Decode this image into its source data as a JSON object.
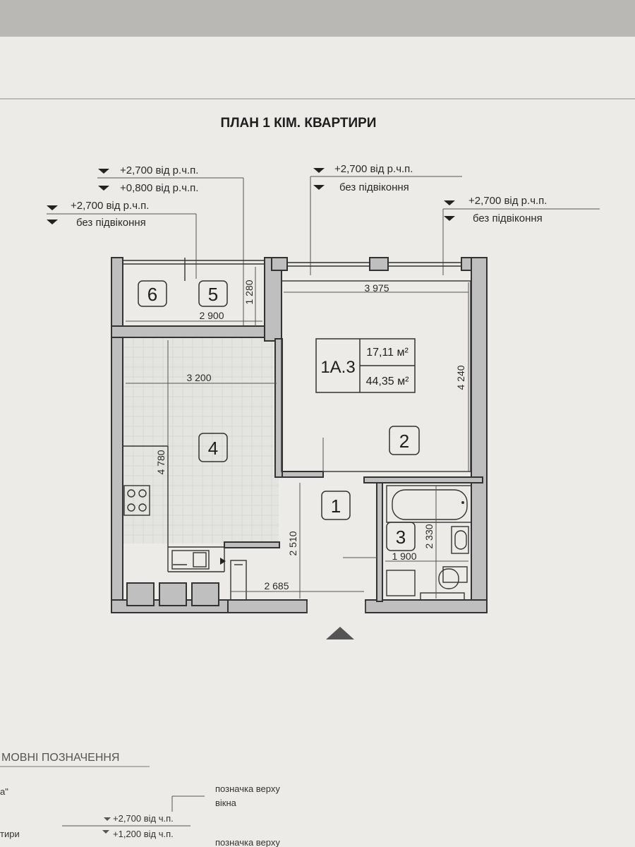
{
  "title": "ПЛАН 1 КІМ. КВАРТИРИ",
  "annotations": [
    {
      "top": "+2,700 від р.ч.п.",
      "bottom": "+0,800 від р.ч.п."
    },
    {
      "top": "+2,700 від р.ч.п.",
      "bottom": "без підвіконня"
    },
    {
      "top": "+2,700 від р.ч.п.",
      "bottom": "без підвіконня"
    },
    {
      "top": "+2,700 від р.ч.п.",
      "bottom": "без підвіконня"
    }
  ],
  "rooms": {
    "r1": "1",
    "r2": "2",
    "r3": "3",
    "r4": "4",
    "r5": "5",
    "r6": "6"
  },
  "apartment": {
    "code": "1А.3",
    "living_area": "17,11 м²",
    "total_area": "44,35 м²"
  },
  "dimensions": {
    "d3975": "3 975",
    "d4240": "4 240",
    "d2900": "2 900",
    "d1280": "1 280",
    "d3200": "3 200",
    "d4780": "4 780",
    "d2510": "2 510",
    "d2685": "2 685",
    "d1900": "1 900",
    "d2330": "2 330"
  },
  "legend": {
    "heading": "МОВНІ ПОЗНАЧЕННЯ",
    "quote": "а\"",
    "window_top_label_1": "позначка верху",
    "window_top_label_2": "вікна",
    "row_label": "тири",
    "value_top": "+2,700 від ч.п.",
    "value_bottom": "+1,200 від ч.п.",
    "window_top_label_3": "позначка верху"
  }
}
